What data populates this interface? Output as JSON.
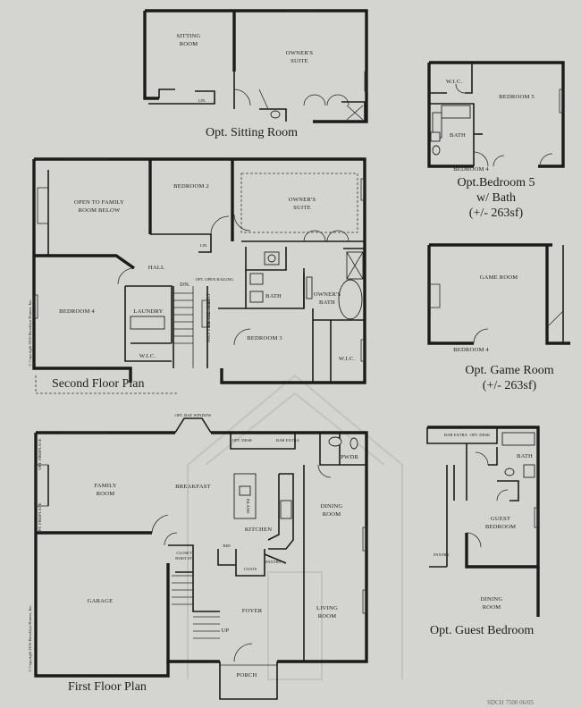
{
  "captions": {
    "opt_sitting_room": "Opt. Sitting Room",
    "second_floor_plan": "Second Floor Plan",
    "first_floor_plan": "First Floor Plan",
    "opt_bedroom5_line1": "Opt.Bedroom 5",
    "opt_bedroom5_line2": "w/ Bath",
    "opt_bedroom5_line3": "(+/- 263sf)",
    "opt_game_room_line1": "Opt. Game Room",
    "opt_game_room_line2": "(+/- 263sf)",
    "opt_guest_bedroom": "Opt. Guest Bedroom"
  },
  "sitting_room_plan": {
    "sitting_room_1": "SITTING",
    "sitting_room_2": "ROOM",
    "owners_suite_1": "OWNER'S",
    "owners_suite_2": "SUITE",
    "lin": "LIN."
  },
  "second_floor": {
    "open_family_1": "OPEN TO FAMILY",
    "open_family_2": "ROOM BELOW",
    "bedroom2": "BEDROOM 2",
    "owners_suite_1": "OWNER'S",
    "owners_suite_2": "SUITE",
    "lin": "LIN.",
    "hall": "HALL",
    "dn": "DN.",
    "opt_open_railing": "OPT. OPEN RAILING",
    "bath": "BATH",
    "owners_bath_1": "OWNER'S",
    "owners_bath_2": "BATH",
    "bedroom4": "BEDROOM 4",
    "laundry": "LAUNDRY",
    "open_to_below": "OPEN TO BELOW",
    "bedroom3": "BEDROOM 3",
    "wic_left": "W.I.C.",
    "wic_right": "W.I.C.",
    "copyright": "© Copyright 2016 Brooklyn Homes, Inc."
  },
  "first_floor": {
    "opt_bay_window": "OPT. BAY WINDOW",
    "opt_desk": "OPT. DESK",
    "bar_extra": "BAR EXTRA",
    "pwdr": "PWDR",
    "family_room_1": "FAMILY",
    "family_room_2": "ROOM",
    "breakfast": "BREAKFAST",
    "island": "ISLAND",
    "dining_room_1": "DINING",
    "dining_room_2": "ROOM",
    "kitchen": "KITCHEN",
    "ref": "REF.",
    "pantry": "PANTRY",
    "coats": "COATS",
    "closet_1": "CLOSET",
    "closet_2": "BSMT ST.",
    "garage": "GARAGE",
    "foyer": "FOYER",
    "living_room_1": "LIVING",
    "living_room_2": "ROOM",
    "up": "UP",
    "porch": "PORCH",
    "opt_fireplace_1": "OPT. FIREPLACE",
    "opt_fireplace_2": "OPT. FIREPLACE",
    "copyright": "© Copyright 2016 Brooklyn Homes, Inc."
  },
  "bedroom5_plan": {
    "wic": "W.I.C.",
    "bedroom5": "BEDROOM 5",
    "bath": "BATH",
    "bedroom4": "BEDROOM 4"
  },
  "game_room_plan": {
    "game_room": "GAME ROOM",
    "bedroom4": "BEDROOM 4"
  },
  "guest_bedroom_plan": {
    "bar_extra": "BAR EXTRA",
    "opt_desk": "OPT. DESK",
    "bath": "BATH",
    "guest_bedroom_1": "GUEST",
    "guest_bedroom_2": "BEDROOM",
    "pantry": "PANTRY",
    "dining_room_1": "DINING",
    "dining_room_2": "ROOM"
  },
  "footer_mark": "SDCH 7500 06/05"
}
